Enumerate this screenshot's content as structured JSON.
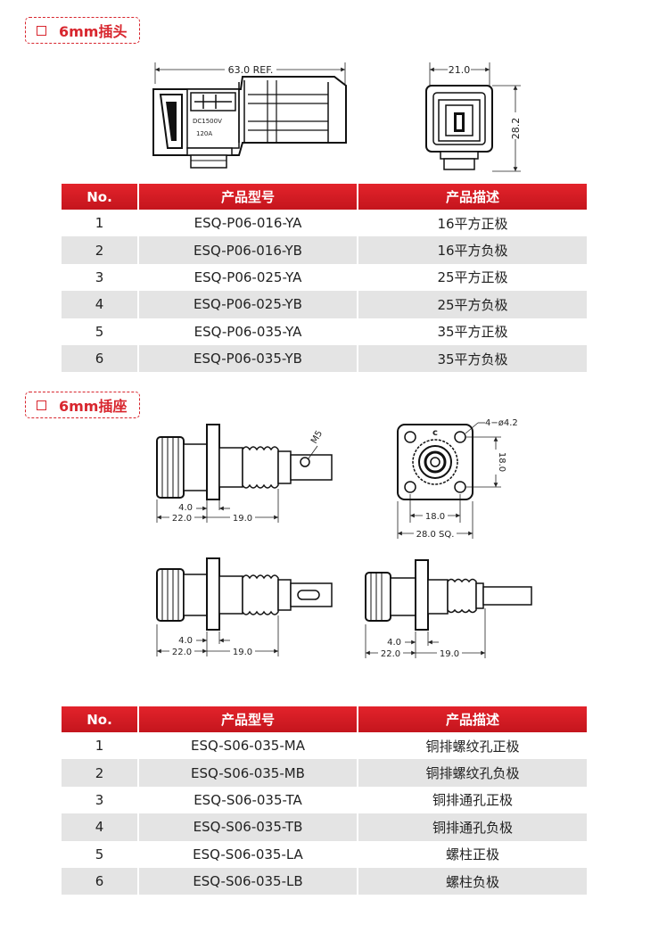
{
  "plug_section": {
    "title": "6mm插头",
    "dims": {
      "length": "63.0 REF.",
      "width": "21.0",
      "height": "28.2"
    },
    "label_voltage": "DC1500V",
    "label_current": "120A",
    "table": {
      "headers": [
        "No.",
        "产品型号",
        "产品描述"
      ],
      "rows": [
        {
          "no": "1",
          "model": "ESQ-P06-016-YA",
          "desc": "16平方正极"
        },
        {
          "no": "2",
          "model": "ESQ-P06-016-YB",
          "desc": "16平方负极"
        },
        {
          "no": "3",
          "model": "ESQ-P06-025-YA",
          "desc": "25平方正极"
        },
        {
          "no": "4",
          "model": "ESQ-P06-025-YB",
          "desc": "25平方负极"
        },
        {
          "no": "5",
          "model": "ESQ-P06-035-YA",
          "desc": "35平方正极"
        },
        {
          "no": "6",
          "model": "ESQ-P06-035-YB",
          "desc": "35平方负极"
        }
      ]
    }
  },
  "socket_section": {
    "title": "6mm插座",
    "dims": {
      "thread": "M5",
      "holes": "4−ø4.2",
      "pitch": "18.0",
      "square": "28.0 SQ.",
      "a": "4.0",
      "b": "22.0",
      "c": "19.0"
    },
    "table": {
      "headers": [
        "No.",
        "产品型号",
        "产品描述"
      ],
      "rows": [
        {
          "no": "1",
          "model": "ESQ-S06-035-MA",
          "desc": "铜排螺纹孔正极"
        },
        {
          "no": "2",
          "model": "ESQ-S06-035-MB",
          "desc": "铜排螺纹孔负极"
        },
        {
          "no": "3",
          "model": "ESQ-S06-035-TA",
          "desc": "铜排通孔正极"
        },
        {
          "no": "4",
          "model": "ESQ-S06-035-TB",
          "desc": "铜排通孔负极"
        },
        {
          "no": "5",
          "model": "ESQ-S06-035-LA",
          "desc": "螺柱正极"
        },
        {
          "no": "6",
          "model": "ESQ-S06-035-LB",
          "desc": "螺柱负极"
        }
      ]
    }
  }
}
